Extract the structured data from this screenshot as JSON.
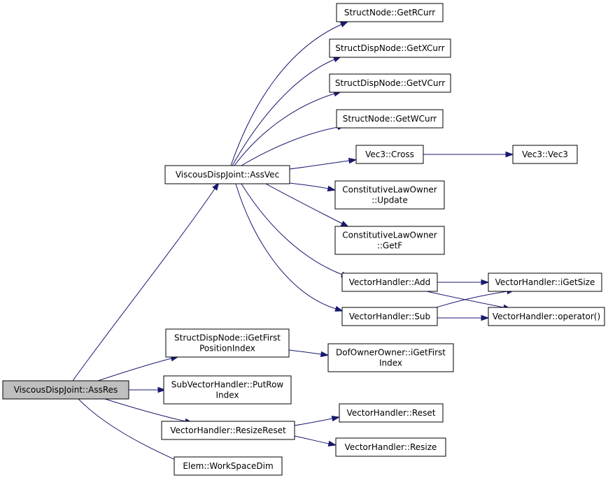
{
  "nodes": [
    {
      "id": "root",
      "lines": [
        "ViscousDispJoint::AssRes"
      ],
      "root": true
    },
    {
      "id": "assvec",
      "lines": [
        "ViscousDispJoint::AssVec"
      ]
    },
    {
      "id": "getrcurr",
      "lines": [
        "StructNode::GetRCurr"
      ]
    },
    {
      "id": "getxcurr",
      "lines": [
        "StructDispNode::GetXCurr"
      ]
    },
    {
      "id": "getvcurr",
      "lines": [
        "StructDispNode::GetVCurr"
      ]
    },
    {
      "id": "getwcurr",
      "lines": [
        "StructNode::GetWCurr"
      ]
    },
    {
      "id": "cross",
      "lines": [
        "Vec3::Cross"
      ]
    },
    {
      "id": "vec3",
      "lines": [
        "Vec3::Vec3"
      ]
    },
    {
      "id": "update",
      "lines": [
        "ConstitutiveLawOwner",
        "::Update"
      ]
    },
    {
      "id": "getf",
      "lines": [
        "ConstitutiveLawOwner",
        "::GetF"
      ]
    },
    {
      "id": "add",
      "lines": [
        "VectorHandler::Add"
      ]
    },
    {
      "id": "igetsize",
      "lines": [
        "VectorHandler::iGetSize"
      ]
    },
    {
      "id": "sub",
      "lines": [
        "VectorHandler::Sub"
      ]
    },
    {
      "id": "operator",
      "lines": [
        "VectorHandler::operator()"
      ]
    },
    {
      "id": "igetfirstpos",
      "lines": [
        "StructDispNode::iGetFirst",
        "PositionIndex"
      ]
    },
    {
      "id": "dofigetfirst",
      "lines": [
        "DofOwnerOwner::iGetFirst",
        "Index"
      ]
    },
    {
      "id": "putrow",
      "lines": [
        "SubVectorHandler::PutRow",
        "Index"
      ]
    },
    {
      "id": "resizereset",
      "lines": [
        "VectorHandler::ResizeReset"
      ]
    },
    {
      "id": "reset",
      "lines": [
        "VectorHandler::Reset"
      ]
    },
    {
      "id": "resize",
      "lines": [
        "VectorHandler::Resize"
      ]
    },
    {
      "id": "workspacedim",
      "lines": [
        "Elem::WorkSpaceDim"
      ]
    }
  ],
  "edges": [
    [
      "root",
      "assvec"
    ],
    [
      "root",
      "igetfirstpos"
    ],
    [
      "root",
      "putrow"
    ],
    [
      "root",
      "resizereset"
    ],
    [
      "root",
      "workspacedim"
    ],
    [
      "assvec",
      "getrcurr"
    ],
    [
      "assvec",
      "getxcurr"
    ],
    [
      "assvec",
      "getvcurr"
    ],
    [
      "assvec",
      "getwcurr"
    ],
    [
      "assvec",
      "cross"
    ],
    [
      "assvec",
      "update"
    ],
    [
      "assvec",
      "getf"
    ],
    [
      "assvec",
      "add"
    ],
    [
      "assvec",
      "sub"
    ],
    [
      "cross",
      "vec3"
    ],
    [
      "add",
      "igetsize"
    ],
    [
      "add",
      "operator"
    ],
    [
      "sub",
      "igetsize"
    ],
    [
      "sub",
      "operator"
    ],
    [
      "igetfirstpos",
      "dofigetfirst"
    ],
    [
      "resizereset",
      "reset"
    ],
    [
      "resizereset",
      "resize"
    ]
  ]
}
